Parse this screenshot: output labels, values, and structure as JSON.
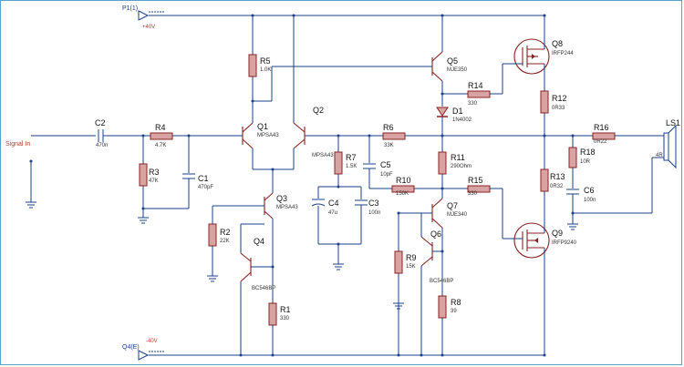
{
  "nets": {
    "top": "P1(1)",
    "top_voltage": "+40V",
    "bottom": "Q4(E)",
    "bottom_voltage": "-40V",
    "input": "Signal In"
  },
  "components": {
    "C2": {
      "ref": "C2",
      "value": "470n"
    },
    "R4": {
      "ref": "R4",
      "value": "4.7K"
    },
    "R3": {
      "ref": "R3",
      "value": "47K"
    },
    "C1": {
      "ref": "C1",
      "value": "470pF"
    },
    "R5": {
      "ref": "R5",
      "value": "1.0K"
    },
    "Q1": {
      "ref": "Q1",
      "value": "MPSA43"
    },
    "Q2": {
      "ref": "Q2",
      "value": ""
    },
    "Q3": {
      "ref": "Q3",
      "value": "MPSA43"
    },
    "Q4": {
      "ref": "Q4",
      "value": "BC546BP"
    },
    "R2": {
      "ref": "R2",
      "value": "22K"
    },
    "R1": {
      "ref": "R1",
      "value": "330"
    },
    "R7": {
      "ref": "R7",
      "value": "1.5K",
      "extra": "MPSA43"
    },
    "C4": {
      "ref": "C4",
      "value": "47u"
    },
    "C3": {
      "ref": "C3",
      "value": "100n"
    },
    "R6": {
      "ref": "R6",
      "value": "33K"
    },
    "C5": {
      "ref": "C5",
      "value": "10pF"
    },
    "R10": {
      "ref": "R10",
      "value": "150K"
    },
    "Q5": {
      "ref": "Q5",
      "value": "MJE350"
    },
    "R14": {
      "ref": "R14",
      "value": "330"
    },
    "D1": {
      "ref": "D1",
      "value": "1N4002"
    },
    "R11": {
      "ref": "R11",
      "value": "290Ohm"
    },
    "R15": {
      "ref": "R15",
      "value": "330"
    },
    "Q7": {
      "ref": "Q7",
      "value": "MJE340"
    },
    "Q6": {
      "ref": "Q6",
      "value": "BC546BP"
    },
    "R9": {
      "ref": "R9",
      "value": "15K"
    },
    "R8": {
      "ref": "R8",
      "value": "39"
    },
    "Q8": {
      "ref": "Q8",
      "value": "IRFP244"
    },
    "R12": {
      "ref": "R12",
      "value": "0R33"
    },
    "R13": {
      "ref": "R13",
      "value": "0R32"
    },
    "Q9": {
      "ref": "Q9",
      "value": "IRFP9240"
    },
    "R16": {
      "ref": "R16",
      "value": "0R22"
    },
    "R18": {
      "ref": "R18",
      "value": "10R"
    },
    "C6": {
      "ref": "C6",
      "value": "100n"
    },
    "LS1": {
      "ref": "LS1",
      "value": "4R"
    }
  }
}
